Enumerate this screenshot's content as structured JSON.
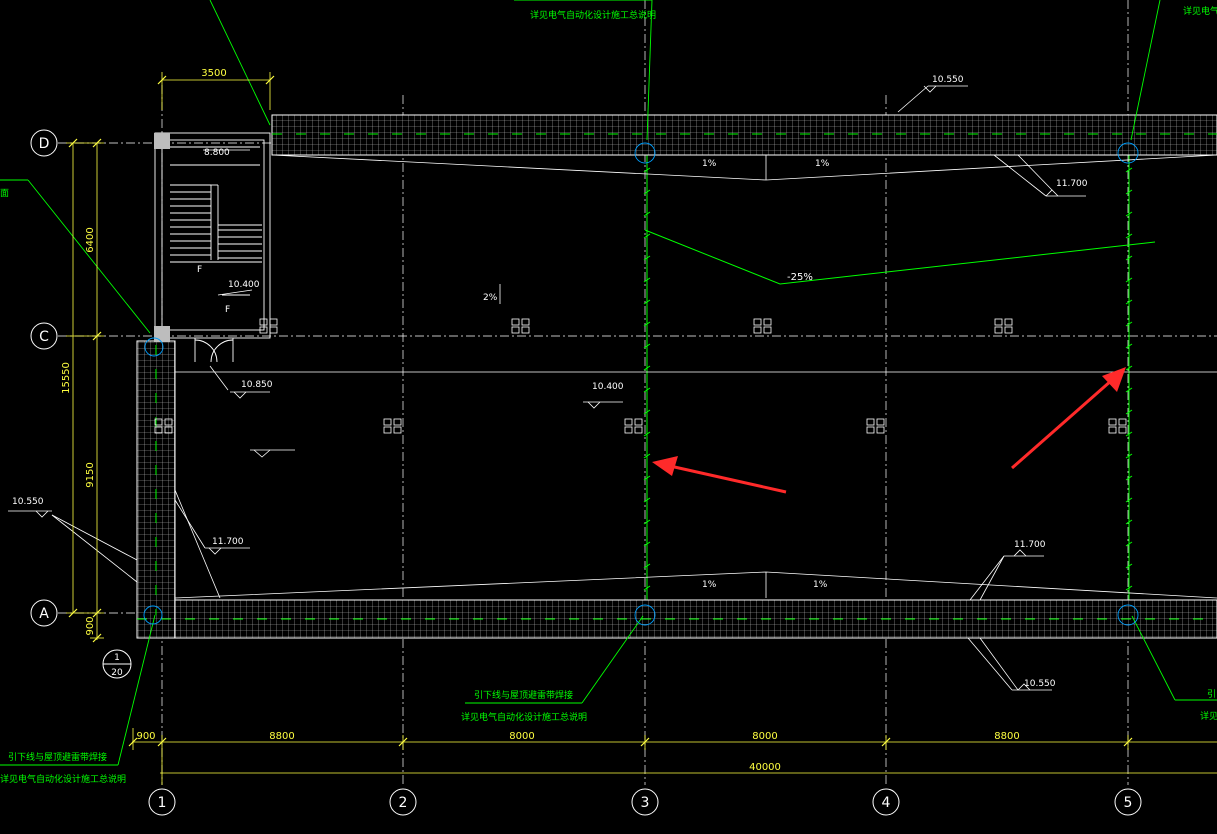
{
  "axes": {
    "columns": [
      "1",
      "2",
      "3",
      "4",
      "5"
    ],
    "rows": [
      "D",
      "C",
      "A"
    ]
  },
  "dimensions": {
    "top_width": "3500",
    "bay_spans": [
      "8800",
      "8000",
      "8000",
      "8800"
    ],
    "edge_offset": "900",
    "total_length": "40000",
    "left_outer": "15550",
    "left_dc": "6400",
    "left_ca": "9150",
    "left_bottom": "900"
  },
  "elevations": {
    "stair_top": "8.800",
    "stair_landing": "10.400",
    "door_level": "10.850",
    "roof_mid": "10.400",
    "parapet_top_left": "10.550",
    "parapet_top_right": "10.550",
    "parapet_bottom_right": "10.550",
    "gutter_top": "11.700",
    "gutter_left": "11.700",
    "gutter_bottom": "11.700"
  },
  "slopes": {
    "top_left": "1%",
    "top_right": "1%",
    "bottom_left": "1%",
    "bottom_right": "1%",
    "roof_slope": "2%",
    "ramp": "-25%"
  },
  "stair_up_marks": [
    "F",
    "F"
  ],
  "notes": {
    "top_center": "详见电气自动化设计施工总说明",
    "top_right": "详见电气自",
    "left_edge": "面",
    "bottom_center_1": "引下线与屋顶避雷带焊接",
    "bottom_center_2": "详见电气自动化设计施工总说明",
    "bottom_left_1": "引下线与屋顶避雷带焊接",
    "bottom_left_2": "详见电气自动化设计施工总说明",
    "bottom_right_1": "引",
    "bottom_right_2": "详见"
  },
  "detail_callout": {
    "number": "1",
    "sheet": "20"
  },
  "colors": {
    "background": "#000000",
    "dimension": "#ffff40",
    "axis": "#ffffff",
    "leader": "#00ff00",
    "arrow": "#ff2a2a"
  }
}
